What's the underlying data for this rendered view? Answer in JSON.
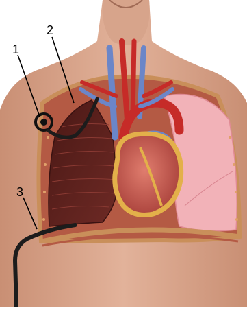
{
  "labels": {
    "label_1": "1",
    "label_2": "2",
    "label_3": "3"
  },
  "colors": {
    "skin": "#d9a98f",
    "skin_shadow": "#b98169",
    "collapsed_lung": "#5a1f1c",
    "collapsed_lung_line": "#8a3a33",
    "healthy_lung": "#f2b2b8",
    "heart": "#c9584f",
    "heart_fat": "#e3b04a",
    "artery": "#c62b28",
    "vein": "#6b86c8",
    "rib_border": "#c98f5a",
    "tube": "#1c1c1c",
    "label_text": "#000000"
  }
}
